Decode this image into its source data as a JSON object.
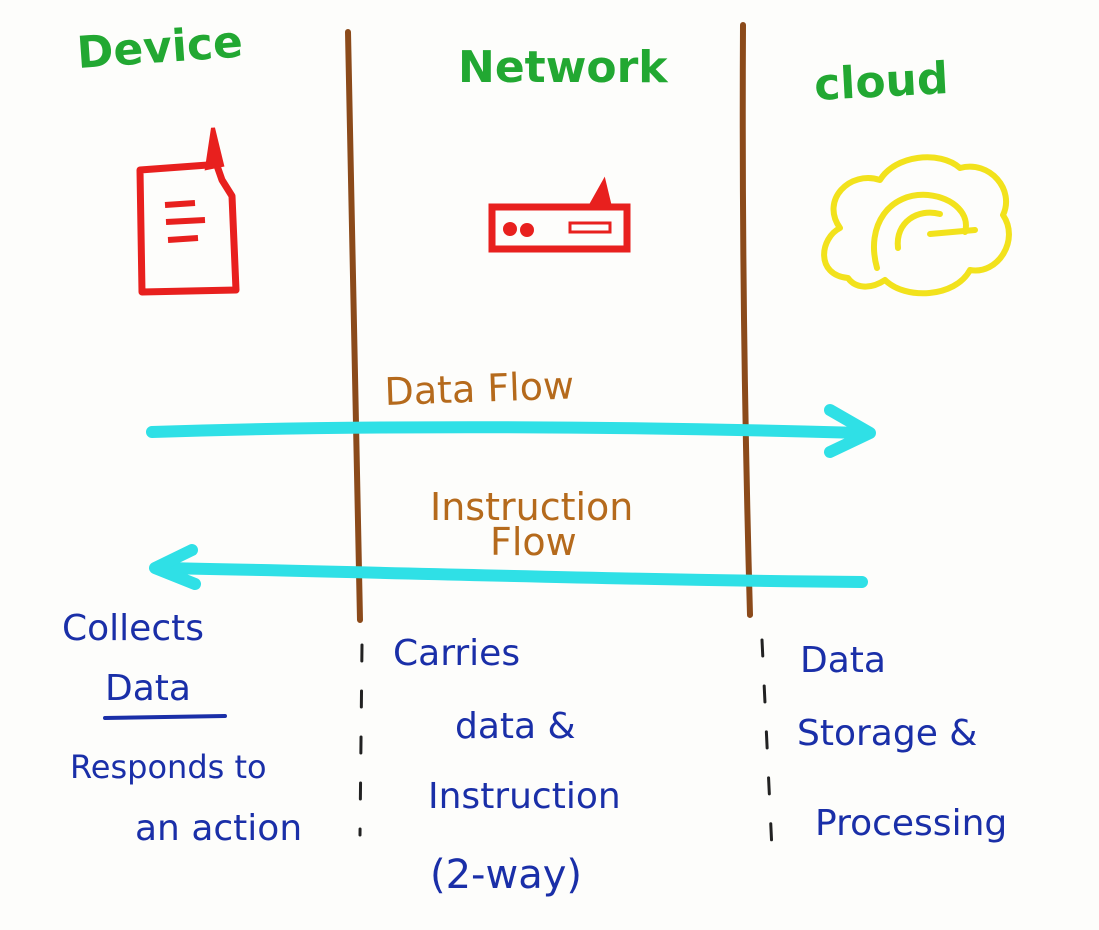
{
  "columns": [
    {
      "title": "Device"
    },
    {
      "title": "Network"
    },
    {
      "title": "cloud"
    }
  ],
  "flows": {
    "data_flow": "Data Flow",
    "instruction_flow_line1": "Instruction",
    "instruction_flow_line2": "Flow"
  },
  "descriptions": {
    "device": [
      "Collects",
      "Data",
      "Responds to",
      "an action"
    ],
    "network": [
      "Carries",
      "data &",
      "Instruction",
      "(2-way)"
    ],
    "cloud": [
      "Data",
      "Storage &",
      "Processing"
    ]
  },
  "icons": [
    "device-icon",
    "router-icon",
    "cloud-icon"
  ],
  "colors": {
    "titles": "#22a832",
    "dividers": "#8b4a1a",
    "flow_labels": "#b56a1c",
    "arrows": "#2fe0e6",
    "descriptions": "#1a2fa8",
    "device_icon": "#e8201e",
    "cloud_icon": "#f2e21c"
  }
}
